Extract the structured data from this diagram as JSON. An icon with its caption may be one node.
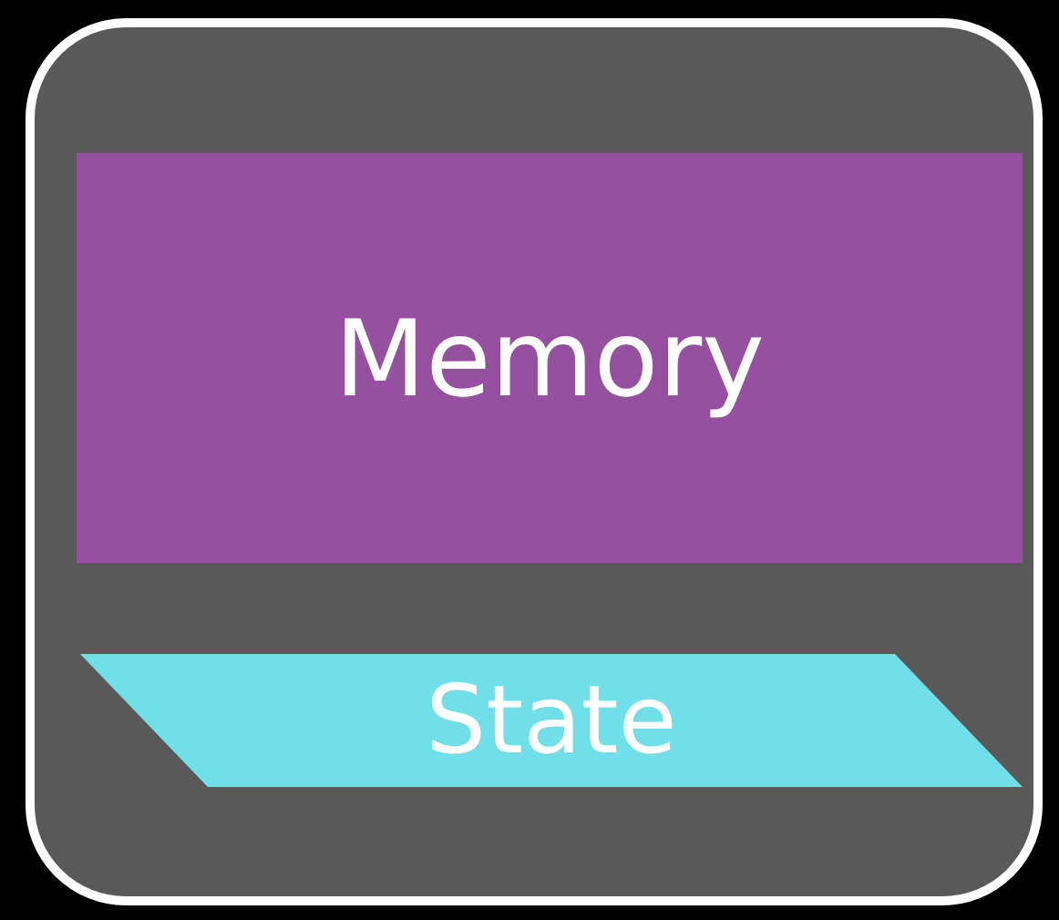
{
  "diagram": {
    "nodes": [
      {
        "text": [],
        "shape": "box"
      },
      {
        "text": [
          "Memory"
        ],
        "in": 0
      },
      {
        "text": [
          "State"
        ],
        "in": 0
      }
    ]
  }
}
